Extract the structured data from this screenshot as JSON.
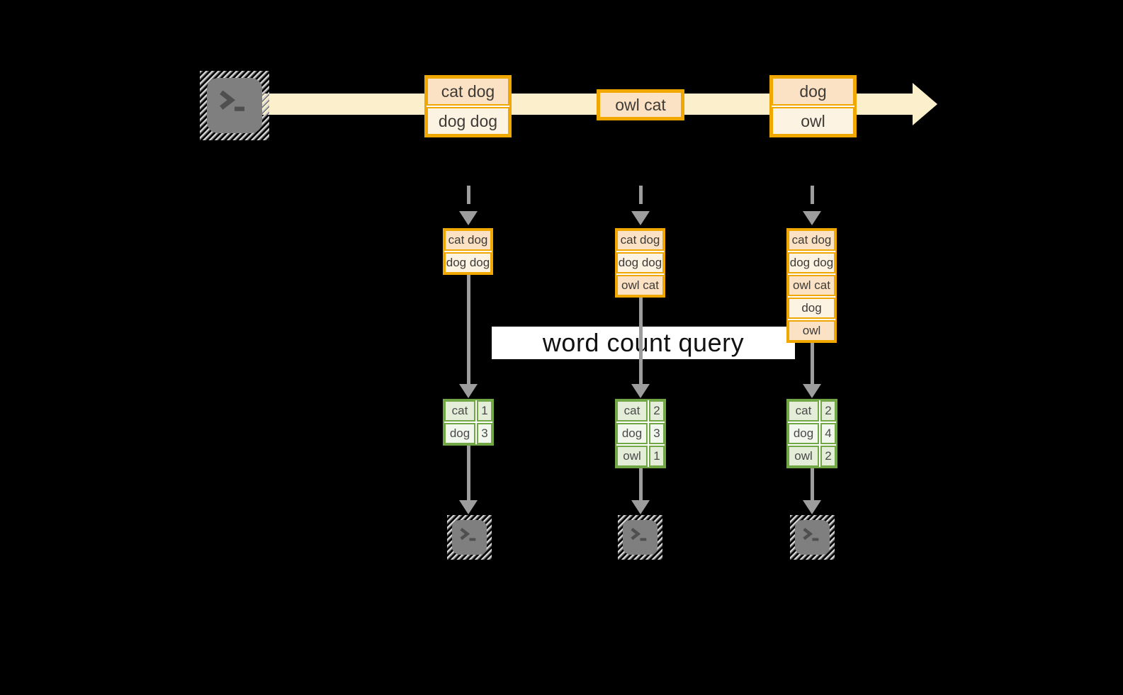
{
  "diagram": {
    "title_semantic": "streaming word count query diagram",
    "colors": {
      "background": "#000000",
      "stream_band": "#FCF0CC",
      "orange_border": "#F0A800",
      "peach_fill": "#FBE2C4",
      "cream_fill": "#FDF3E3",
      "green_border": "#71A845",
      "green_fill_dark": "#E3EDD8",
      "green_fill_light": "#F2F7EE",
      "connector_gray": "#9D9D9D",
      "terminal_gray": "#7F7F7F",
      "query_band_bg": "#FFFFFF"
    },
    "source": {
      "icon": "terminal-icon"
    },
    "stream": {
      "batches": [
        {
          "cells": [
            "cat dog",
            "dog dog"
          ]
        },
        {
          "cells": [
            "owl cat"
          ]
        },
        {
          "cells": [
            "dog",
            "owl"
          ]
        }
      ]
    },
    "query": {
      "label": "word count query"
    },
    "columns": [
      {
        "stack": [
          "cat dog",
          "dog dog"
        ],
        "counts": [
          {
            "word": "cat",
            "count": "1"
          },
          {
            "word": "dog",
            "count": "3"
          }
        ],
        "sink_icon": "terminal-icon"
      },
      {
        "stack": [
          "cat dog",
          "dog dog",
          "owl cat"
        ],
        "counts": [
          {
            "word": "cat",
            "count": "2"
          },
          {
            "word": "dog",
            "count": "3"
          },
          {
            "word": "owl",
            "count": "1"
          }
        ],
        "sink_icon": "terminal-icon"
      },
      {
        "stack": [
          "cat dog",
          "dog dog",
          "owl cat",
          "dog",
          "owl"
        ],
        "counts": [
          {
            "word": "cat",
            "count": "2"
          },
          {
            "word": "dog",
            "count": "4"
          },
          {
            "word": "owl",
            "count": "2"
          }
        ],
        "sink_icon": "terminal-icon"
      }
    ]
  }
}
